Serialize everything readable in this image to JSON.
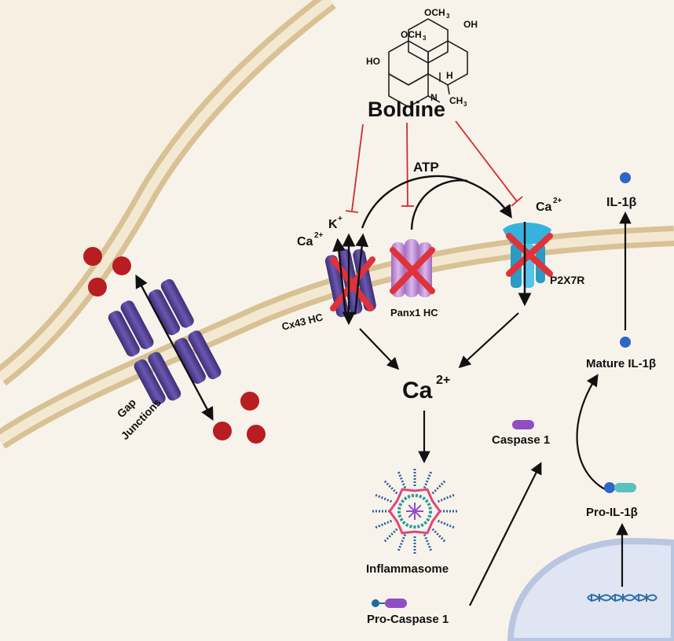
{
  "drug": {
    "name": "Boldine",
    "structure_labels": {
      "ocH3_top": "OCH",
      "ocH3_top_sub": "3",
      "ocH3_left": "OCH",
      "ocH3_left_sub": "3",
      "ho_left": "HO",
      "oh_right": "OH",
      "h": "H",
      "n": "N",
      "ch3": "CH",
      "ch3_sub": "3"
    }
  },
  "labels": {
    "atp": "ATP",
    "ca_left": "Ca",
    "ca_left_sup": "2+",
    "k": "K",
    "k_sup": "+",
    "ca_right": "Ca",
    "ca_right_sup": "2+",
    "ca_center": "Ca",
    "ca_center_sup": "2+",
    "cx43": "Cx43 HC",
    "panx1": "Panx1 HC",
    "p2x7r": "P2X7R",
    "gap_1": "Gap",
    "gap_2": "Junctions",
    "inflammasome": "Inflammasome",
    "pro_caspase": "Pro-Caspase 1",
    "caspase": "Caspase 1",
    "il1b": "IL-1β",
    "mature_il1b": "Mature IL-1β",
    "pro_il1b": "Pro-IL-1β"
  },
  "colors": {
    "background_cell": "#f8f3ea",
    "membrane_outer": "#d8c295",
    "membrane_inner": "#f3e9d3",
    "inhibit_line": "#d42a2a",
    "cross": "#e0323a",
    "connexin": "#5b4a9a",
    "pannexin": "#c79bd8",
    "p2x7r": "#36b3dd",
    "molecule_red": "#b81d22",
    "il1b_dot": "#2c66c6",
    "caspase": "#8f4fc3",
    "nucleus": "#cfd9ee"
  }
}
